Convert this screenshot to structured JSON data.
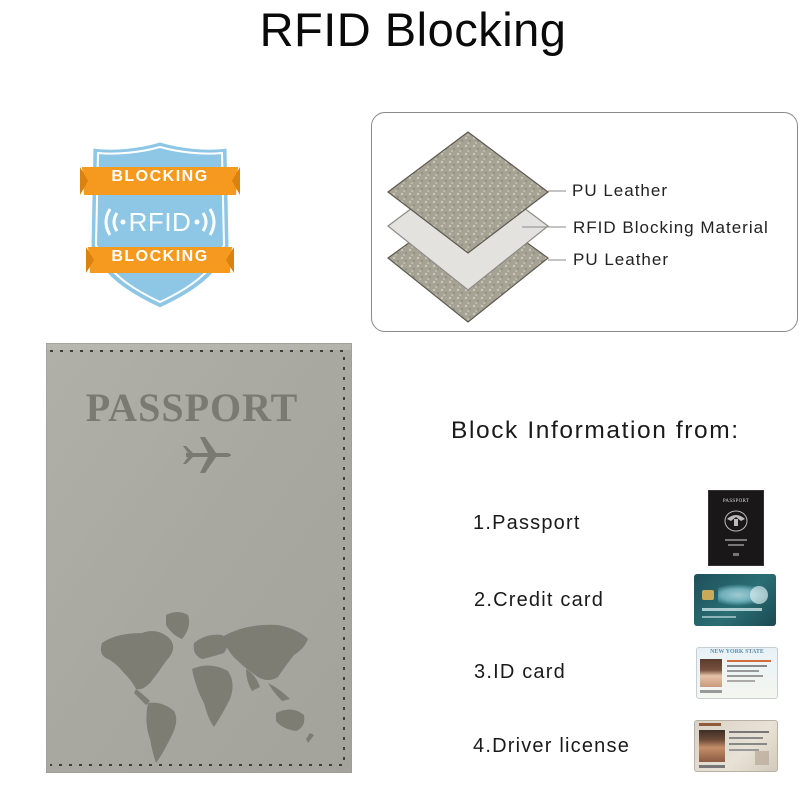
{
  "title": "RFID Blocking",
  "badge": {
    "top_ribbon": "BLOCKING",
    "center_text": "RFID",
    "bottom_ribbon": "BLOCKING",
    "colors": {
      "shield": "#8ec7e6",
      "shield_border": "#ffffff",
      "ribbon": "#f59a1e",
      "text": "#ffffff"
    }
  },
  "layers": {
    "items": [
      {
        "label": "PU Leather"
      },
      {
        "label": "RFID Blocking Material"
      },
      {
        "label": "PU Leather"
      }
    ]
  },
  "passport_cover": {
    "emboss_text": "PASSPORT",
    "color": "#a9a9a1",
    "emboss_color": "#7b7a72"
  },
  "block_info": {
    "heading": "Block Information from:",
    "items": [
      {
        "label": "1.Passport",
        "icon": "passport-thumbnail"
      },
      {
        "label": "2.Credit card",
        "icon": "credit-card-thumbnail"
      },
      {
        "label": "3.ID card",
        "icon": "id-card-thumbnail"
      },
      {
        "label": "4.Driver license",
        "icon": "driver-license-thumbnail"
      }
    ]
  },
  "thumbnails": {
    "passport_text": "PASSPORT",
    "id_card_header": "NEW YORK STATE"
  }
}
